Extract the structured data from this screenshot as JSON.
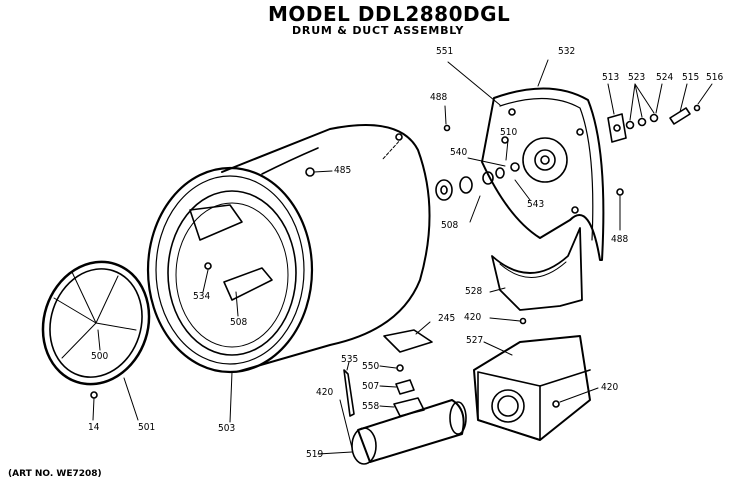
{
  "header": {
    "title": "MODEL DDL2880DGL",
    "subtitle": "DRUM & DUCT ASSEMBLY"
  },
  "footer": {
    "art_number": "(ART NO. WE7208)"
  },
  "callouts": {
    "p551": "551",
    "p532": "532",
    "p513": "513",
    "p523": "523",
    "p524": "524",
    "p515": "515",
    "p516": "516",
    "p488_top": "488",
    "p510": "510",
    "p540": "540",
    "p485": "485",
    "p508_pulley": "508",
    "p543": "543",
    "p488_right": "488",
    "p534": "534",
    "p508_drum": "508",
    "p528": "528",
    "p420_upper": "420",
    "p245": "245",
    "p527": "527",
    "p535": "535",
    "p550": "550",
    "p507": "507",
    "p558": "558",
    "p420_left": "420",
    "p420_right": "420",
    "p500": "500",
    "p14": "14",
    "p501": "501",
    "p503": "503",
    "p519": "519"
  }
}
